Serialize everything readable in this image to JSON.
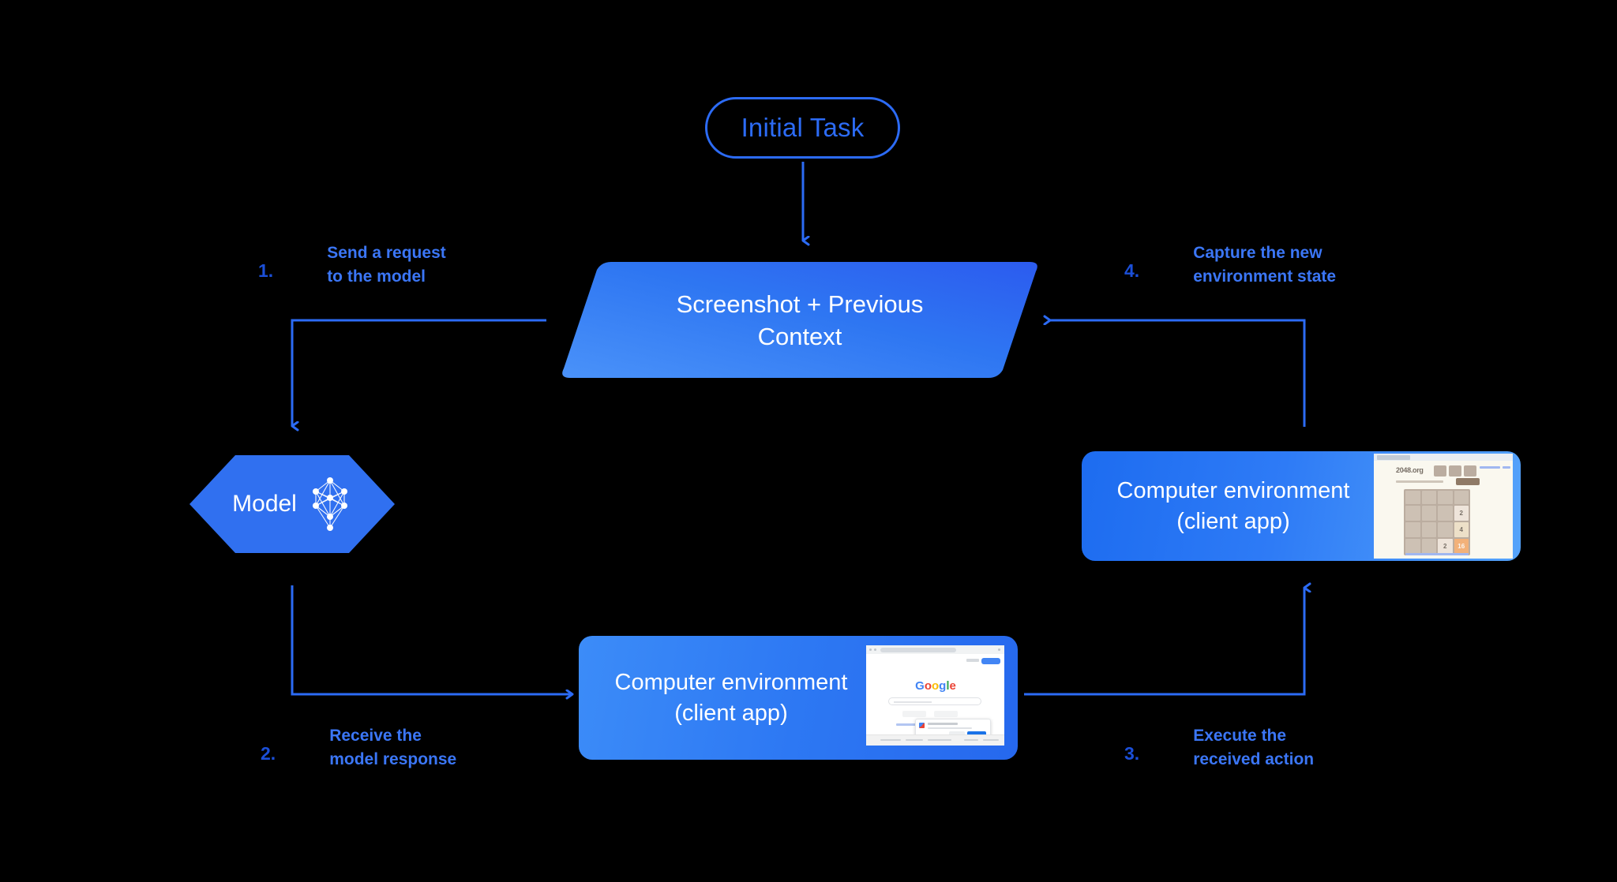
{
  "theme": {
    "background": "#000000",
    "accent_blue": "#2C6BF5",
    "step_number_color": "#1B4FD8",
    "step_text_color": "#3B76F6",
    "node_text_color": "#FFFFFF"
  },
  "nodes": {
    "initial_task": {
      "label": "Initial Task"
    },
    "context": {
      "line1": "Screenshot + Previous",
      "line2": "Context"
    },
    "model": {
      "label": "Model",
      "icon": "neural-network-icon"
    },
    "environment_right": {
      "line1": "Computer environment",
      "line2": "(client app)"
    },
    "environment_bottom": {
      "line1": "Computer environment",
      "line2": "(client app)"
    }
  },
  "steps": [
    {
      "number": "1.",
      "text": "Send a request\nto the model"
    },
    {
      "number": "2.",
      "text": "Receive the\nmodel response"
    },
    {
      "number": "3.",
      "text": "Execute the\nreceived action"
    },
    {
      "number": "4.",
      "text": "Capture the new\nenvironment state"
    }
  ],
  "thumbnails": {
    "game_2048": {
      "title": "2048.org",
      "tiles": [
        "",
        "",
        "",
        "",
        "",
        "",
        "",
        "2",
        "",
        "",
        "",
        "4",
        "",
        "",
        "2",
        "16"
      ]
    },
    "google": {
      "logo_letters": [
        {
          "char": "G",
          "color": "#4285F4"
        },
        {
          "char": "o",
          "color": "#EA4335"
        },
        {
          "char": "o",
          "color": "#FBBC05"
        },
        {
          "char": "g",
          "color": "#4285F4"
        },
        {
          "char": "l",
          "color": "#34A853"
        },
        {
          "char": "e",
          "color": "#EA4335"
        }
      ]
    }
  }
}
